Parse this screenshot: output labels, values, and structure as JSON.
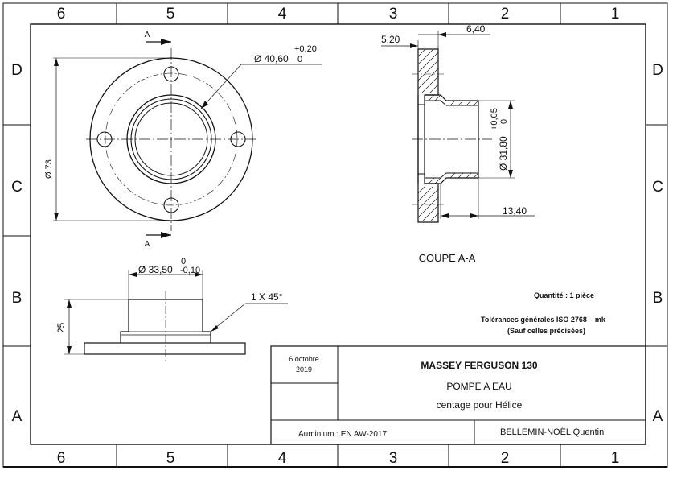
{
  "border": {
    "columns": [
      "6",
      "5",
      "4",
      "3",
      "2",
      "1"
    ],
    "rows": [
      "D",
      "C",
      "B",
      "A"
    ]
  },
  "section": {
    "marker": "A",
    "label": "COUPE A-A"
  },
  "dimensions": {
    "front_outer_dia": "Ø 73",
    "front_bore_dia": "Ø 40,60",
    "front_bore_tol_upper": "+0,20",
    "front_bore_tol_lower": "0",
    "sec_flange_thk": "5,20",
    "sec_step": "6,40",
    "sec_shaft_dia": "Ø 31,80",
    "sec_shaft_tol_upper": "+0,05",
    "sec_shaft_tol_lower": "0",
    "sec_length": "13,40",
    "side_shaft_dia": "Ø 33,50",
    "side_tol_upper": "0",
    "side_tol_lower": "-0,10",
    "side_height": "25",
    "side_chamfer": "1 X 45°"
  },
  "notes": {
    "quantity": "Quantité : 1 pièce",
    "tolerances": "Tolérances générales ISO 2768 – mk",
    "tolerances_sub": "(Sauf celles précisées)"
  },
  "title_block": {
    "date_line1": "6 octobre",
    "date_line2": "2019",
    "project": "MASSEY FERGUSON 130",
    "part": "POMPE A EAU",
    "description": "centage pour Hélice",
    "material": "Auminium : EN AW-2017",
    "author": "BELLEMIN-NOËL Quentin"
  }
}
